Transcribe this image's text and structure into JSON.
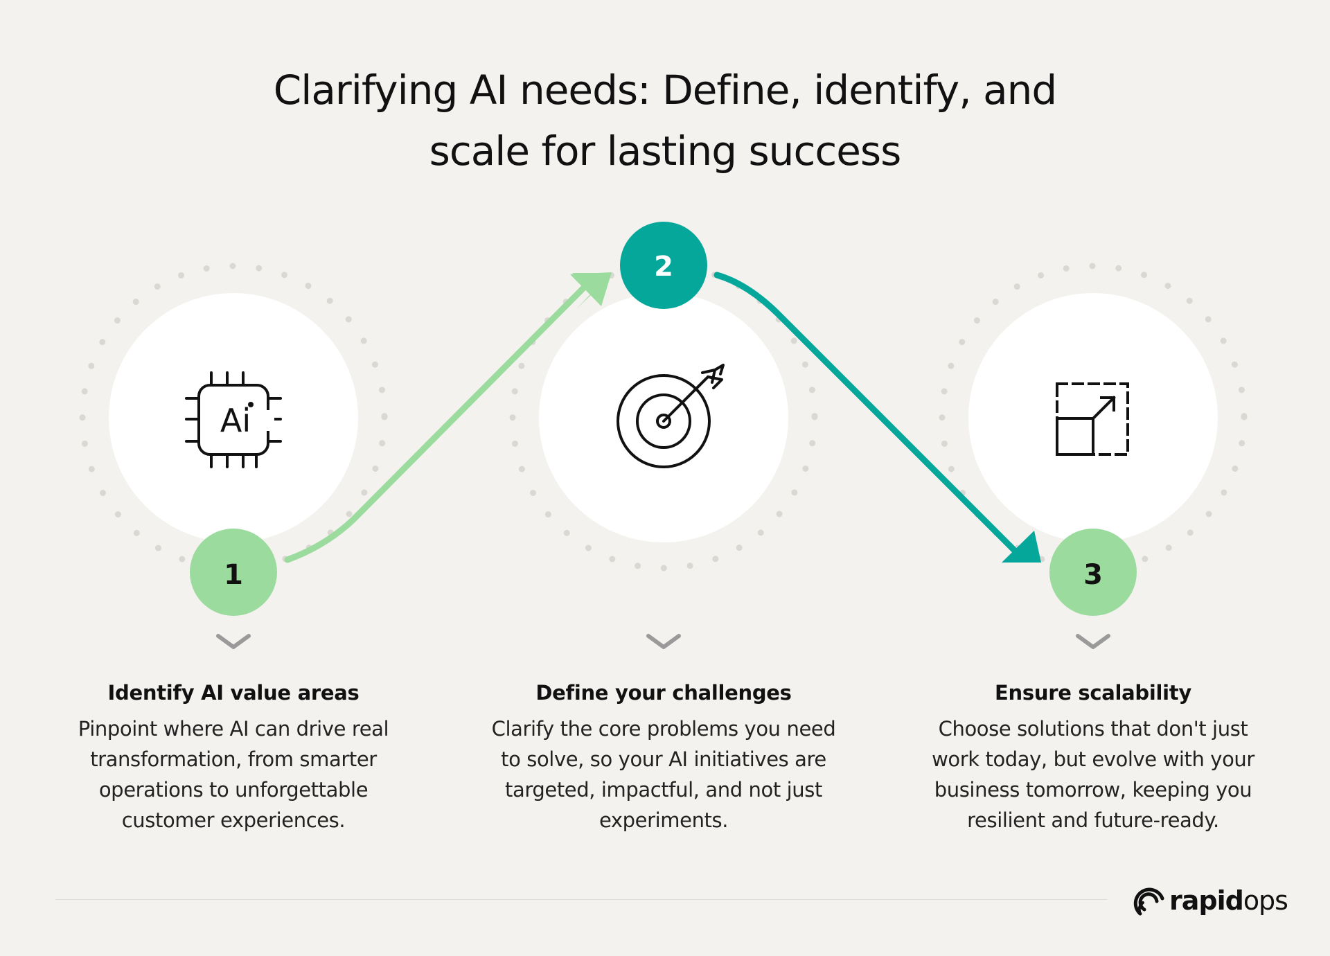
{
  "title": {
    "line1": "Clarifying AI needs: Define, identify, and",
    "line2": "scale for lasting success"
  },
  "steps": [
    {
      "number": "1",
      "icon": "ai-chip-icon",
      "heading": "Identify AI value areas",
      "body": "Pinpoint where AI can drive real transformation, from smarter operations to unforgettable customer experiences.",
      "badge_color": "#9bdb9e"
    },
    {
      "number": "2",
      "icon": "target-icon",
      "heading": "Define your challenges",
      "body": "Clarify the core problems you need to solve, so your AI initiatives are targeted, impactful, and not just experiments.",
      "badge_color": "#06a79b"
    },
    {
      "number": "3",
      "icon": "scale-up-icon",
      "heading": "Ensure scalability",
      "body": "Choose solutions that don't just work today, but evolve with your business tomorrow, keeping you resilient and future-ready.",
      "badge_color": "#9bdb9e"
    }
  ],
  "icon_text": {
    "ai_chip_label": "Ai"
  },
  "colors": {
    "background": "#f3f2ee",
    "light_green": "#9bdb9e",
    "teal": "#06a79b",
    "dots": "#d9d8d3",
    "chevron": "#9a9a9a"
  },
  "logo": {
    "part1": "rapid",
    "part2": "ops"
  }
}
